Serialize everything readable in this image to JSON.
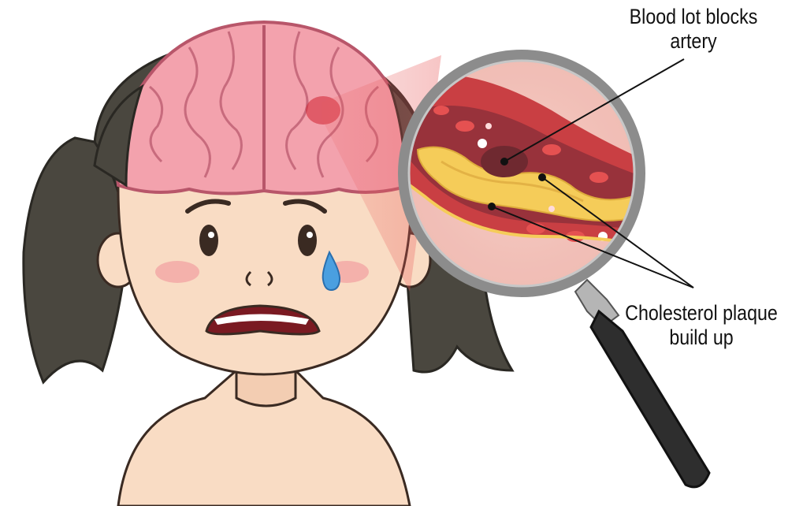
{
  "labels": {
    "blood_clot_line1": "Blood lot blocks",
    "blood_clot_line2": "artery",
    "plaque_line1": "Cholesterol plaque",
    "plaque_line2": "build up"
  },
  "colors": {
    "skin": "#f9dcc4",
    "hair": "#4a473f",
    "brain": "#f3a2ad",
    "artery_wall": "#c2252a",
    "plaque": "#f4c542",
    "lens_frame": "#8c8c8c",
    "handle": "#2e2e2e",
    "tear": "#4a9fe0"
  },
  "icons": {
    "magnifier": "magnifying-glass-icon",
    "tear": "tear-drop-icon"
  }
}
